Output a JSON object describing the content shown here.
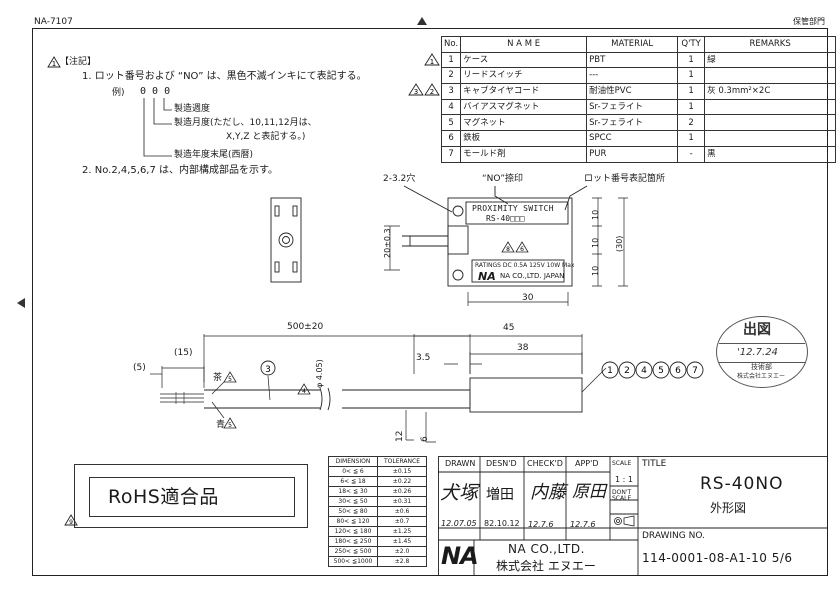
{
  "header": {
    "doc_ref": "NA-7107",
    "storage": "保管部門"
  },
  "notes": {
    "title": "【注記】",
    "note1": "1.  ロット番号および “NO” は、黒色不滅インキにて表記する。",
    "example_label": "例)",
    "example_code": "0 0 0",
    "lot_week": "製造週度",
    "lot_month_1": "製造月度(ただし、10,11,12月は、",
    "lot_month_2": "X,Y,Z と表記する。)",
    "lot_year": "製造年度末尾(西暦)",
    "note2": "2.  No.2,4,5,6,7 は、内部構成部品を示す。"
  },
  "parts_table": {
    "headers": [
      "No.",
      "N A M E",
      "MATERIAL",
      "Q'TY",
      "REMARKS"
    ],
    "rows": [
      {
        "no": "1",
        "name": "ケース",
        "material": "PBT",
        "qty": "1",
        "remarks": "緑"
      },
      {
        "no": "2",
        "name": "リードスイッチ",
        "material": "---",
        "qty": "1",
        "remarks": ""
      },
      {
        "no": "3",
        "name": "キャブタイヤコード",
        "material": "耐油性PVC",
        "qty": "1",
        "remarks": "灰  0.3mm²×2C"
      },
      {
        "no": "4",
        "name": "バイアスマグネット",
        "material": "Sr-フェライト",
        "qty": "1",
        "remarks": ""
      },
      {
        "no": "5",
        "name": "マグネット",
        "material": "Sr-フェライト",
        "qty": "2",
        "remarks": ""
      },
      {
        "no": "6",
        "name": "鉄板",
        "material": "SPCC",
        "qty": "1",
        "remarks": ""
      },
      {
        "no": "7",
        "name": "モールド剤",
        "material": "PUR",
        "qty": "-",
        "remarks": "黒"
      }
    ]
  },
  "revision_marks": {
    "row1": "1",
    "row3a": "3",
    "row3b": "2",
    "rohs": "9",
    "dim": "4",
    "wire_a": "5",
    "wire_b": "5"
  },
  "front_view": {
    "hole_label": "2-3.2穴",
    "no_mark_label": "“NO”捺印",
    "lot_label": "ロット番号表記箇所",
    "label_line1": "PROXIMITY SWITCH",
    "label_line2": "RS-40□□□",
    "label_mark_a": "8",
    "label_mark_b": "6",
    "ratings": "RATINGS DC 0.5A 125V 10W Max",
    "company": "NA CO.,LTD. JAPAN",
    "logo": "NA",
    "dim_height": "20±0.3",
    "dim_10a": "10",
    "dim_10b": "10",
    "dim_10c": "10",
    "dim_30v": "(30)",
    "dim_30h": "30"
  },
  "side_view": {
    "dim_500": "500±20",
    "dim_15": "(15)",
    "dim_5": "(5)",
    "wire_brown": "茶",
    "wire_blue": "青",
    "callout_3": "3",
    "dia": "φ 4.05)",
    "dim_45": "45",
    "dim_38": "38",
    "dim_3_5": "3.5",
    "dim_12": "12",
    "dim_6": "6",
    "callouts": [
      "1",
      "2",
      "4",
      "5",
      "6",
      "7"
    ]
  },
  "stamp": {
    "main": "出図",
    "date": "'12.7.24",
    "dept": "技術部",
    "company": "株式会社エヌエー"
  },
  "rohs": {
    "text": "RoHS適合品"
  },
  "dimension_table": {
    "headers": [
      "DIMENSION",
      "TOLERANCE"
    ],
    "rows": [
      {
        "range": "0< ≦ 6",
        "tol": "±0.15"
      },
      {
        "range": "6< ≦ 18",
        "tol": "±0.22"
      },
      {
        "range": "18< ≦ 30",
        "tol": "±0.26"
      },
      {
        "range": "30< ≦ 50",
        "tol": "±0.31"
      },
      {
        "range": "50< ≦ 80",
        "tol": "±0.6"
      },
      {
        "range": "80< ≦ 120",
        "tol": "±0.7"
      },
      {
        "range": "120< ≦ 180",
        "tol": "±1.25"
      },
      {
        "range": "180< ≦ 250",
        "tol": "±1.45"
      },
      {
        "range": "250< ≦ 500",
        "tol": "±2.0"
      },
      {
        "range": "500< ≦1000",
        "tol": "±2.8"
      }
    ]
  },
  "title_block": {
    "drawn_h": "DRAWN",
    "desn_h": "DESN'D",
    "check_h": "CHECK'D",
    "app_h": "APP'D",
    "scale_h": "SCALE",
    "scale": "1 : 1",
    "dont_scale": "DON'T SCALE",
    "title_h": "TITLE",
    "title": "RS-40NO",
    "subtitle": "外形図",
    "drawn_sig": "犬塚",
    "desn_sig": "増田",
    "check_sig": "内藤",
    "app_sig": "原田",
    "drawn_date": "12.07.05",
    "desn_date": "82.10.12",
    "check_date": "12.7.6",
    "app_date": "12.7.6",
    "company_en": "NA CO.,LTD.",
    "company_jp": "株式会社  エヌエー",
    "logo": "NA",
    "drawing_no_h": "DRAWING NO.",
    "drawing_no": "114-0001-08-A1-10 5/6"
  }
}
